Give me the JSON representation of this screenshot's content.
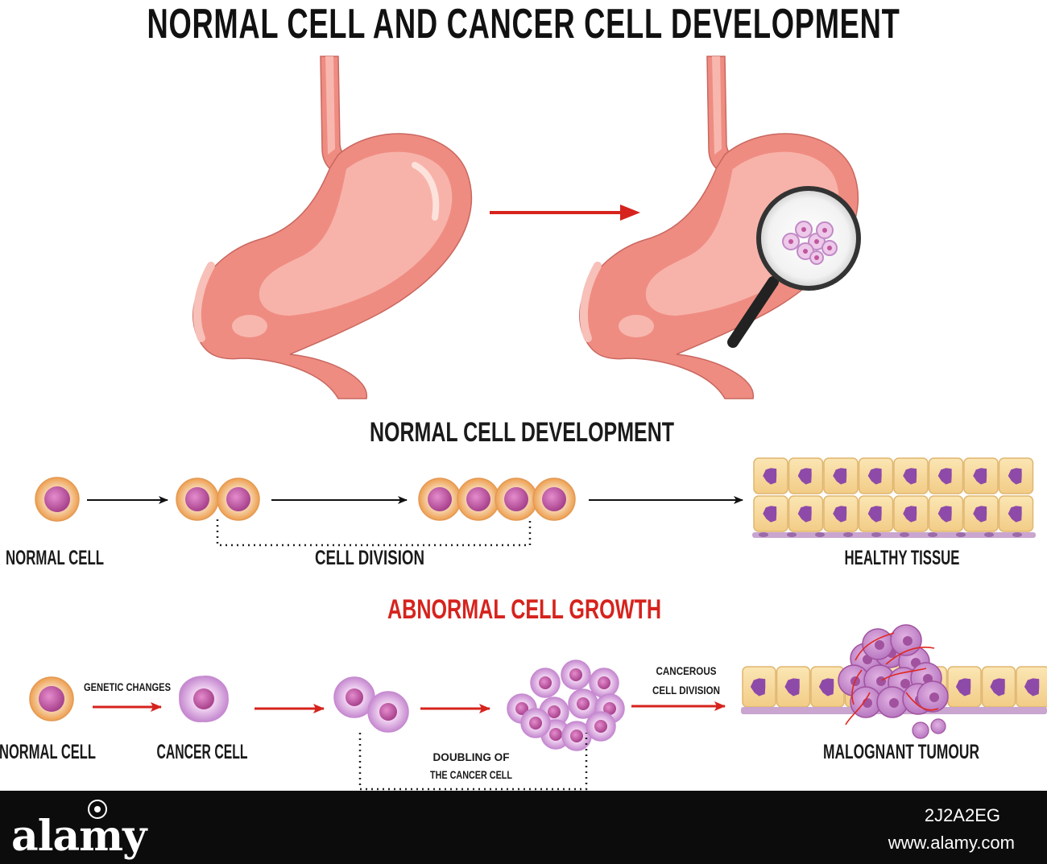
{
  "title": "NORMAL CELL AND CANCER CELL DEVELOPMENT",
  "normal_section": {
    "heading": "NORMAL CELL DEVELOPMENT",
    "labels": {
      "normal_cell": "NORMAL CELL",
      "cell_division": "CELL DIVISION",
      "healthy_tissue": "HEALTHY TISSUE"
    }
  },
  "abnormal_section": {
    "heading": "ABNORMAL CELL GROWTH",
    "labels": {
      "normal_cell": "NORMAL CELL",
      "genetic_changes": "GENETIC CHANGES",
      "cancer_cell": "CANCER CELL",
      "doubling_line1": "DOUBLING OF",
      "doubling_line2": "THE CANCER CELL",
      "cancerous_line1": "CANCEROUS",
      "cancerous_line2": "CELL DIVISION",
      "malignant_tumour": "MALOGNANT TUMOUR"
    }
  },
  "footer": {
    "brand": "alamy",
    "image_id": "2J2A2EG",
    "site": "www.alamy.com"
  },
  "colors": {
    "stomach": "#ef8c82",
    "stomach_light": "#f7b7ae",
    "cell_membrane": "#f3c58a",
    "cell_nucleus": "#c0579e",
    "cancer_cell": "#d9a6dc",
    "red_arrow": "#d6231d",
    "black_arrow": "#111111",
    "heading_red": "#d6231d",
    "footer_bg": "#0c0c0c"
  }
}
